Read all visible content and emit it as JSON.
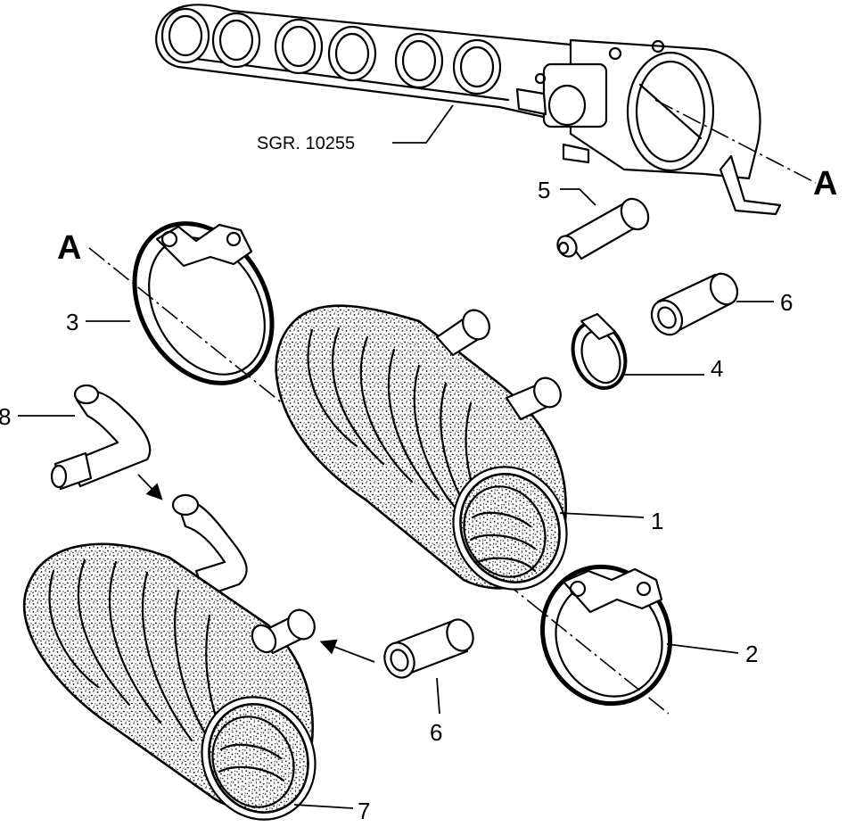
{
  "diagram": {
    "reference": "SGR. 10255",
    "axis_label": "A",
    "parts": [
      {
        "id": "1",
        "label": "1"
      },
      {
        "id": "2",
        "label": "2"
      },
      {
        "id": "3",
        "label": "3"
      },
      {
        "id": "4",
        "label": "4"
      },
      {
        "id": "5",
        "label": "5"
      },
      {
        "id": "6a",
        "label": "6"
      },
      {
        "id": "6b",
        "label": "6"
      },
      {
        "id": "7",
        "label": "7"
      },
      {
        "id": "8",
        "label": "8"
      }
    ]
  }
}
